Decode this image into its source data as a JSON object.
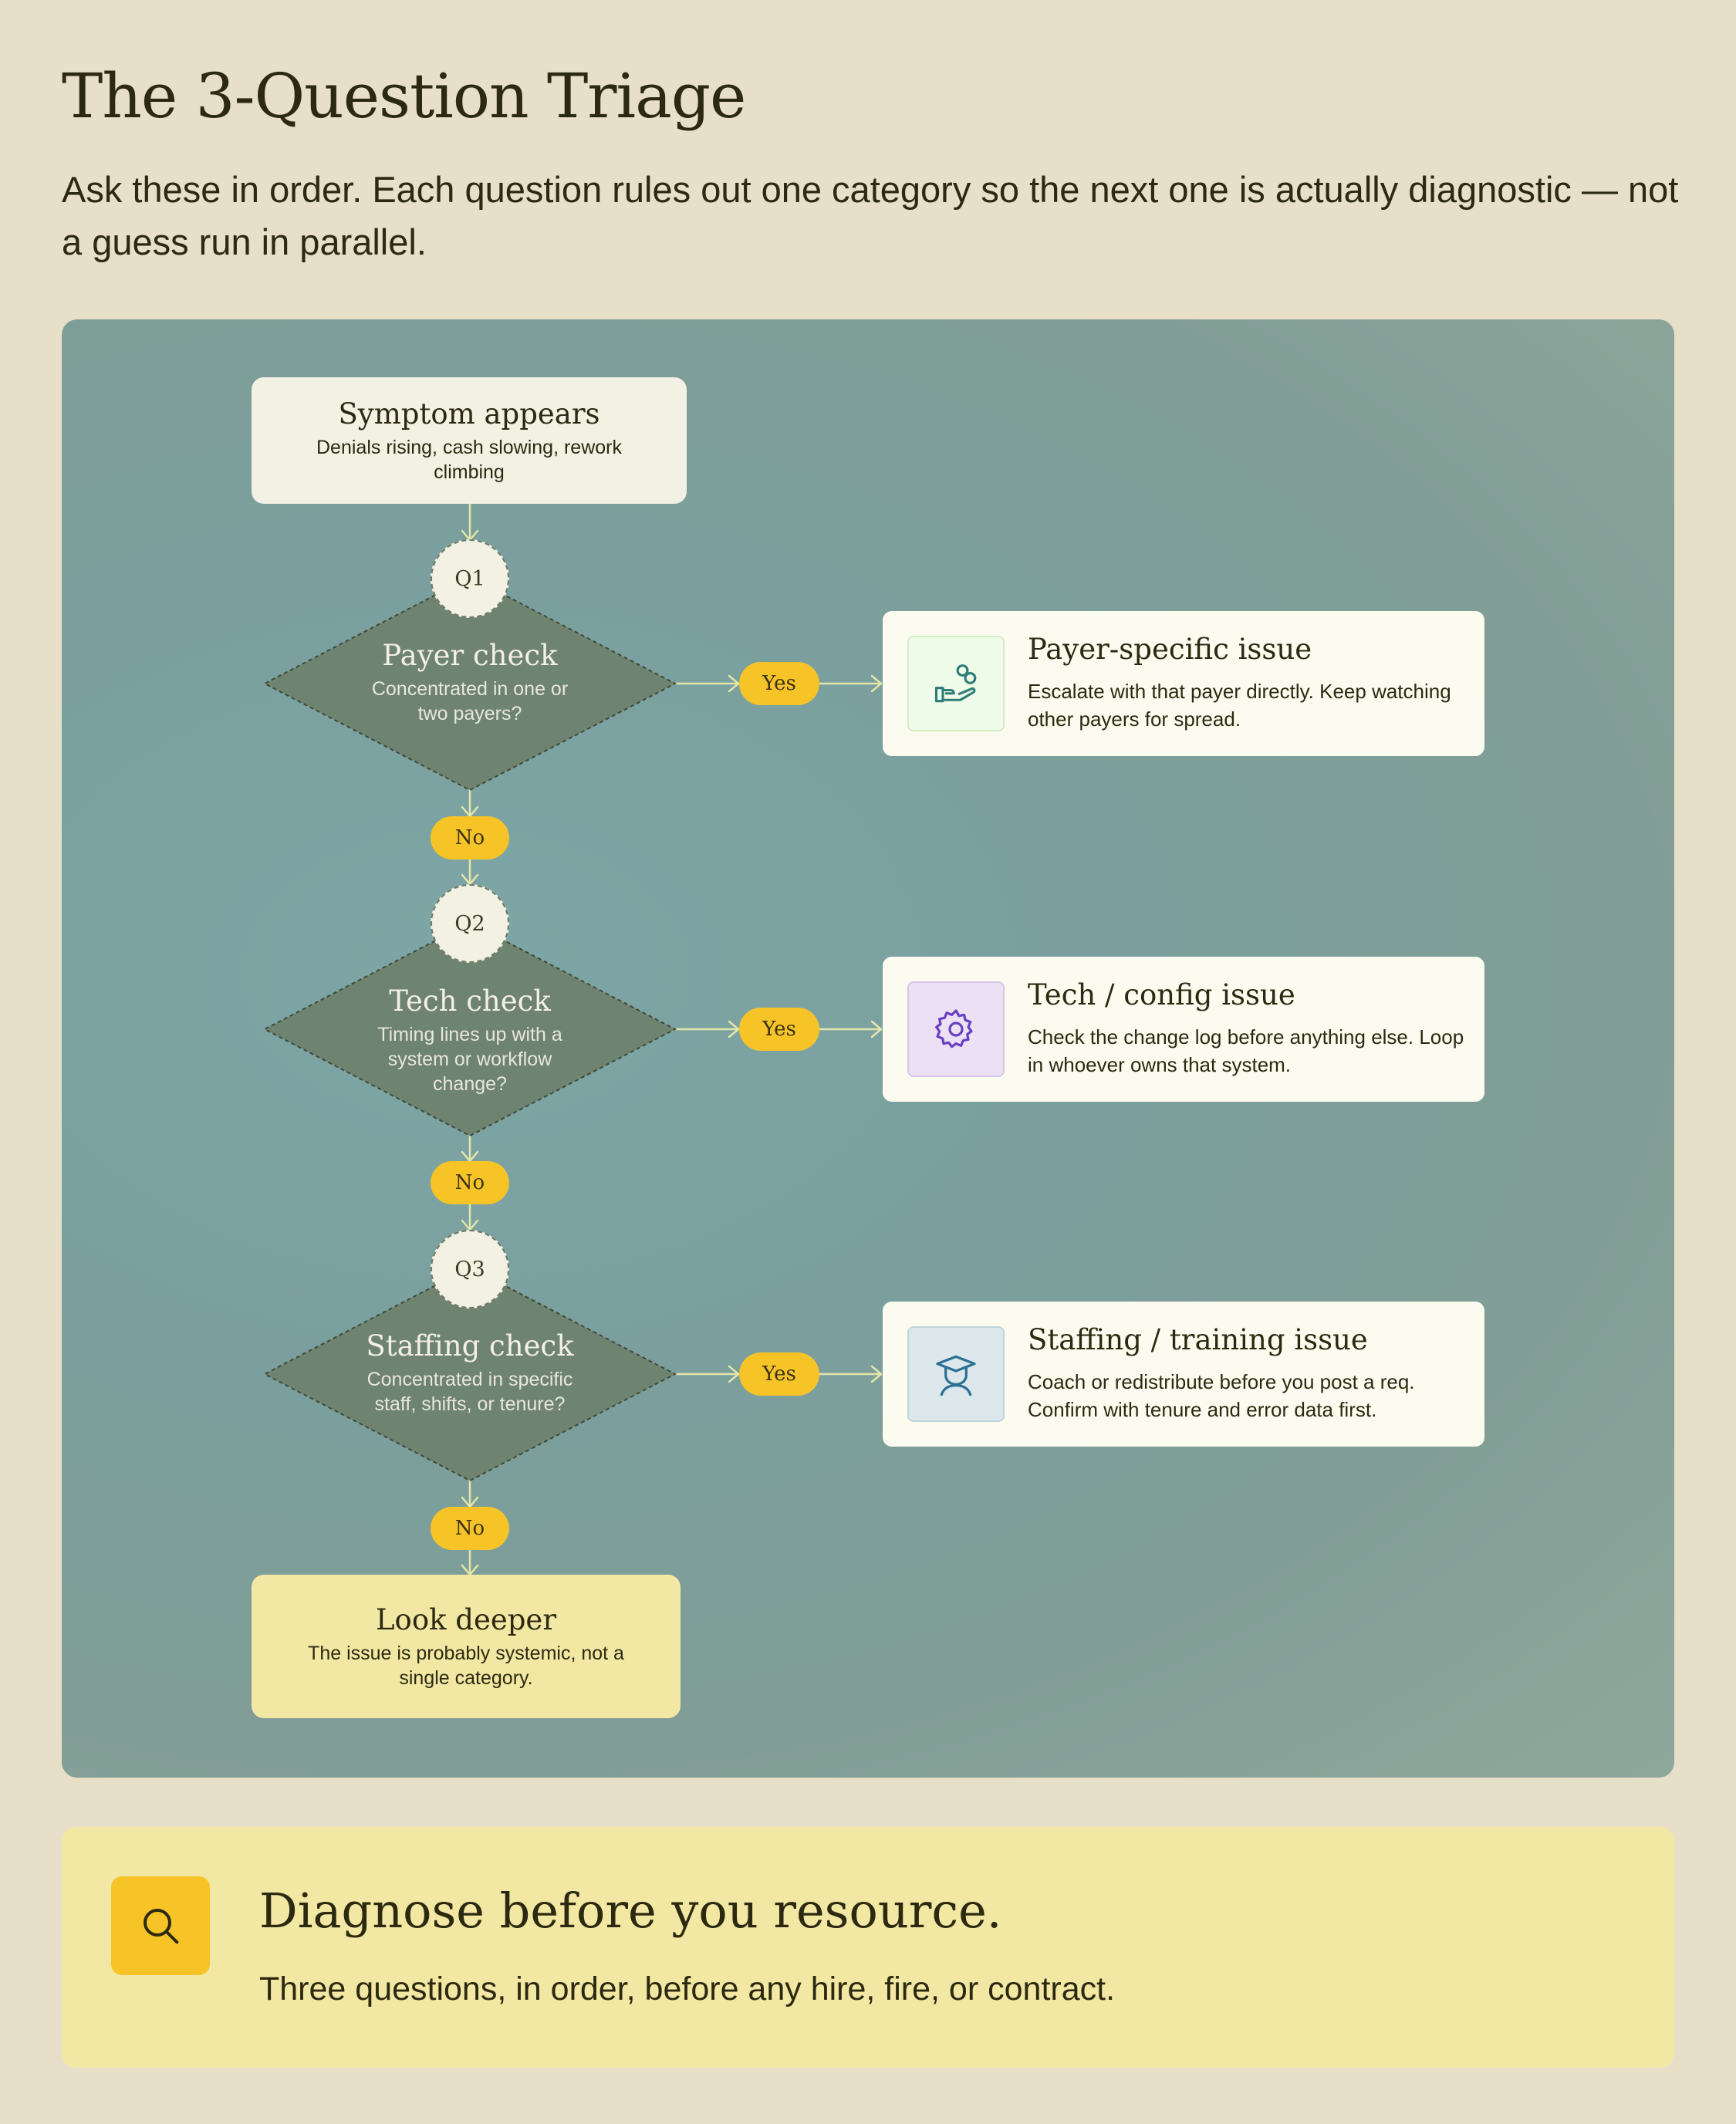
{
  "header": {
    "title": "The 3-Question Triage",
    "subtitle": "Ask these in order. Each question rules out one category so the next one is actually diagnostic — not a guess run in parallel."
  },
  "flow": {
    "start": {
      "title": "Symptom appears",
      "subtitle": "Denials rising, cash slowing, rework climbing"
    },
    "questions": [
      {
        "tag": "Q1",
        "title": "Payer check",
        "subtitle": "Concentrated in one or two payers?"
      },
      {
        "tag": "Q2",
        "title": "Tech check",
        "subtitle": "Timing lines up with a system or workflow change?"
      },
      {
        "tag": "Q3",
        "title": "Staffing check",
        "subtitle": "Concentrated in specific staff, shifts, or tenure?"
      }
    ],
    "yes_label": "Yes",
    "no_label": "No",
    "outcomes": [
      {
        "title": "Payer-specific issue",
        "text": "Escalate with that payer directly. Keep watching other payers for spread.",
        "icon": "hand-coins-icon"
      },
      {
        "title": "Tech / config issue",
        "text": "Check the change log before anything else. Loop in whoever owns that system.",
        "icon": "gear-icon"
      },
      {
        "title": "Staffing / training issue",
        "text": "Coach or redistribute before you post a req. Confirm with tenure and error data first.",
        "icon": "graduate-icon"
      }
    ],
    "end": {
      "title": "Look deeper",
      "subtitle": "The issue is probably systemic, not a single category."
    }
  },
  "callout": {
    "icon": "search-icon",
    "heading": "Diagnose before you resource.",
    "text": "Three questions, in order, before any hire, fire, or contract."
  },
  "colors": {
    "background": "#e7dfc7",
    "accent": "#f7c428",
    "diamond": "#6e8370",
    "callout": "#f3e7a4"
  }
}
